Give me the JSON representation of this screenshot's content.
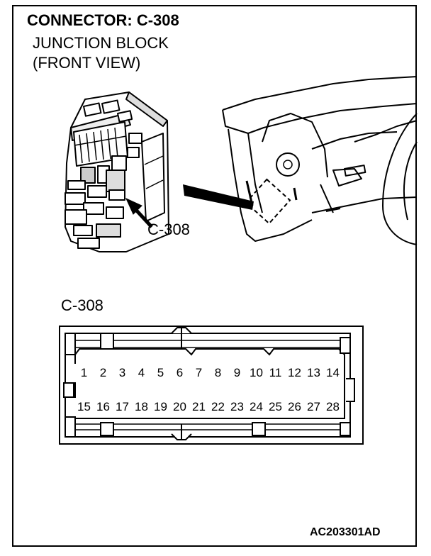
{
  "header": {
    "title": "CONNECTOR: C-308",
    "subtitle_line1": "JUNCTION BLOCK",
    "subtitle_line2": "(FRONT VIEW)"
  },
  "callouts": {
    "junction_block_label": "C-308",
    "connector_label": "C-308"
  },
  "connector": {
    "top_row": [
      "1",
      "2",
      "3",
      "4",
      "5",
      "6",
      "7",
      "8",
      "9",
      "10",
      "11",
      "12",
      "13",
      "14"
    ],
    "bottom_row": [
      "15",
      "16",
      "17",
      "18",
      "19",
      "20",
      "21",
      "22",
      "23",
      "24",
      "25",
      "26",
      "27",
      "28"
    ]
  },
  "footer": {
    "figure_code": "AC203301AD"
  }
}
